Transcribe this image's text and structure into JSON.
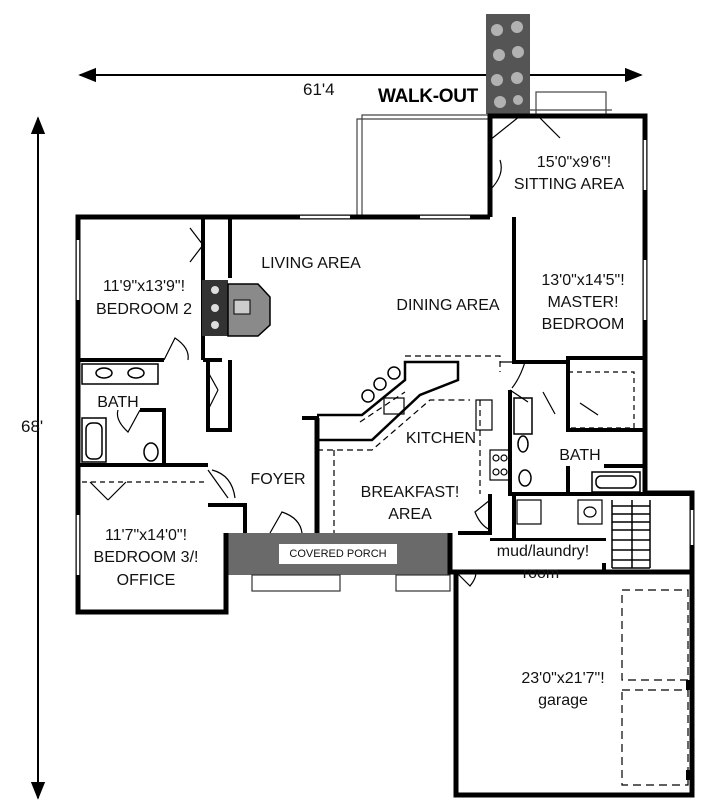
{
  "dimensions": {
    "width_label": "61'4",
    "depth_label": "68'"
  },
  "walkout_label": "WALK-OUT",
  "covered_porch_label": "COVERED PORCH",
  "rooms": {
    "sitting_area": {
      "size": "15'0\"x9'6\"!",
      "name": "SITTING AREA"
    },
    "living_area": {
      "name": "LIVING AREA"
    },
    "dining_area": {
      "name": "DINING AREA"
    },
    "master_bedroom": {
      "size": "13'0\"x14'5\"!",
      "name1": "MASTER!",
      "name2": "BEDROOM"
    },
    "bedroom_2": {
      "size": "11'9\"x13'9\"!",
      "name": "BEDROOM 2"
    },
    "bath_left": {
      "name": "BATH"
    },
    "kitchen": {
      "name": "KITCHEN"
    },
    "bath_master": {
      "name": "BATH"
    },
    "foyer": {
      "name": "FOYER"
    },
    "breakfast": {
      "name1": "BREAKFAST!",
      "name2": "AREA"
    },
    "bedroom_3": {
      "size": "11'7\"x14'0\"!",
      "name1": "BEDROOM 3/!",
      "name2": "OFFICE"
    },
    "mud_laundry": {
      "name1": "mud/laundry!",
      "name2": "room"
    },
    "garage": {
      "size": "23'0\"x21'7\"!",
      "name": "garage"
    }
  }
}
